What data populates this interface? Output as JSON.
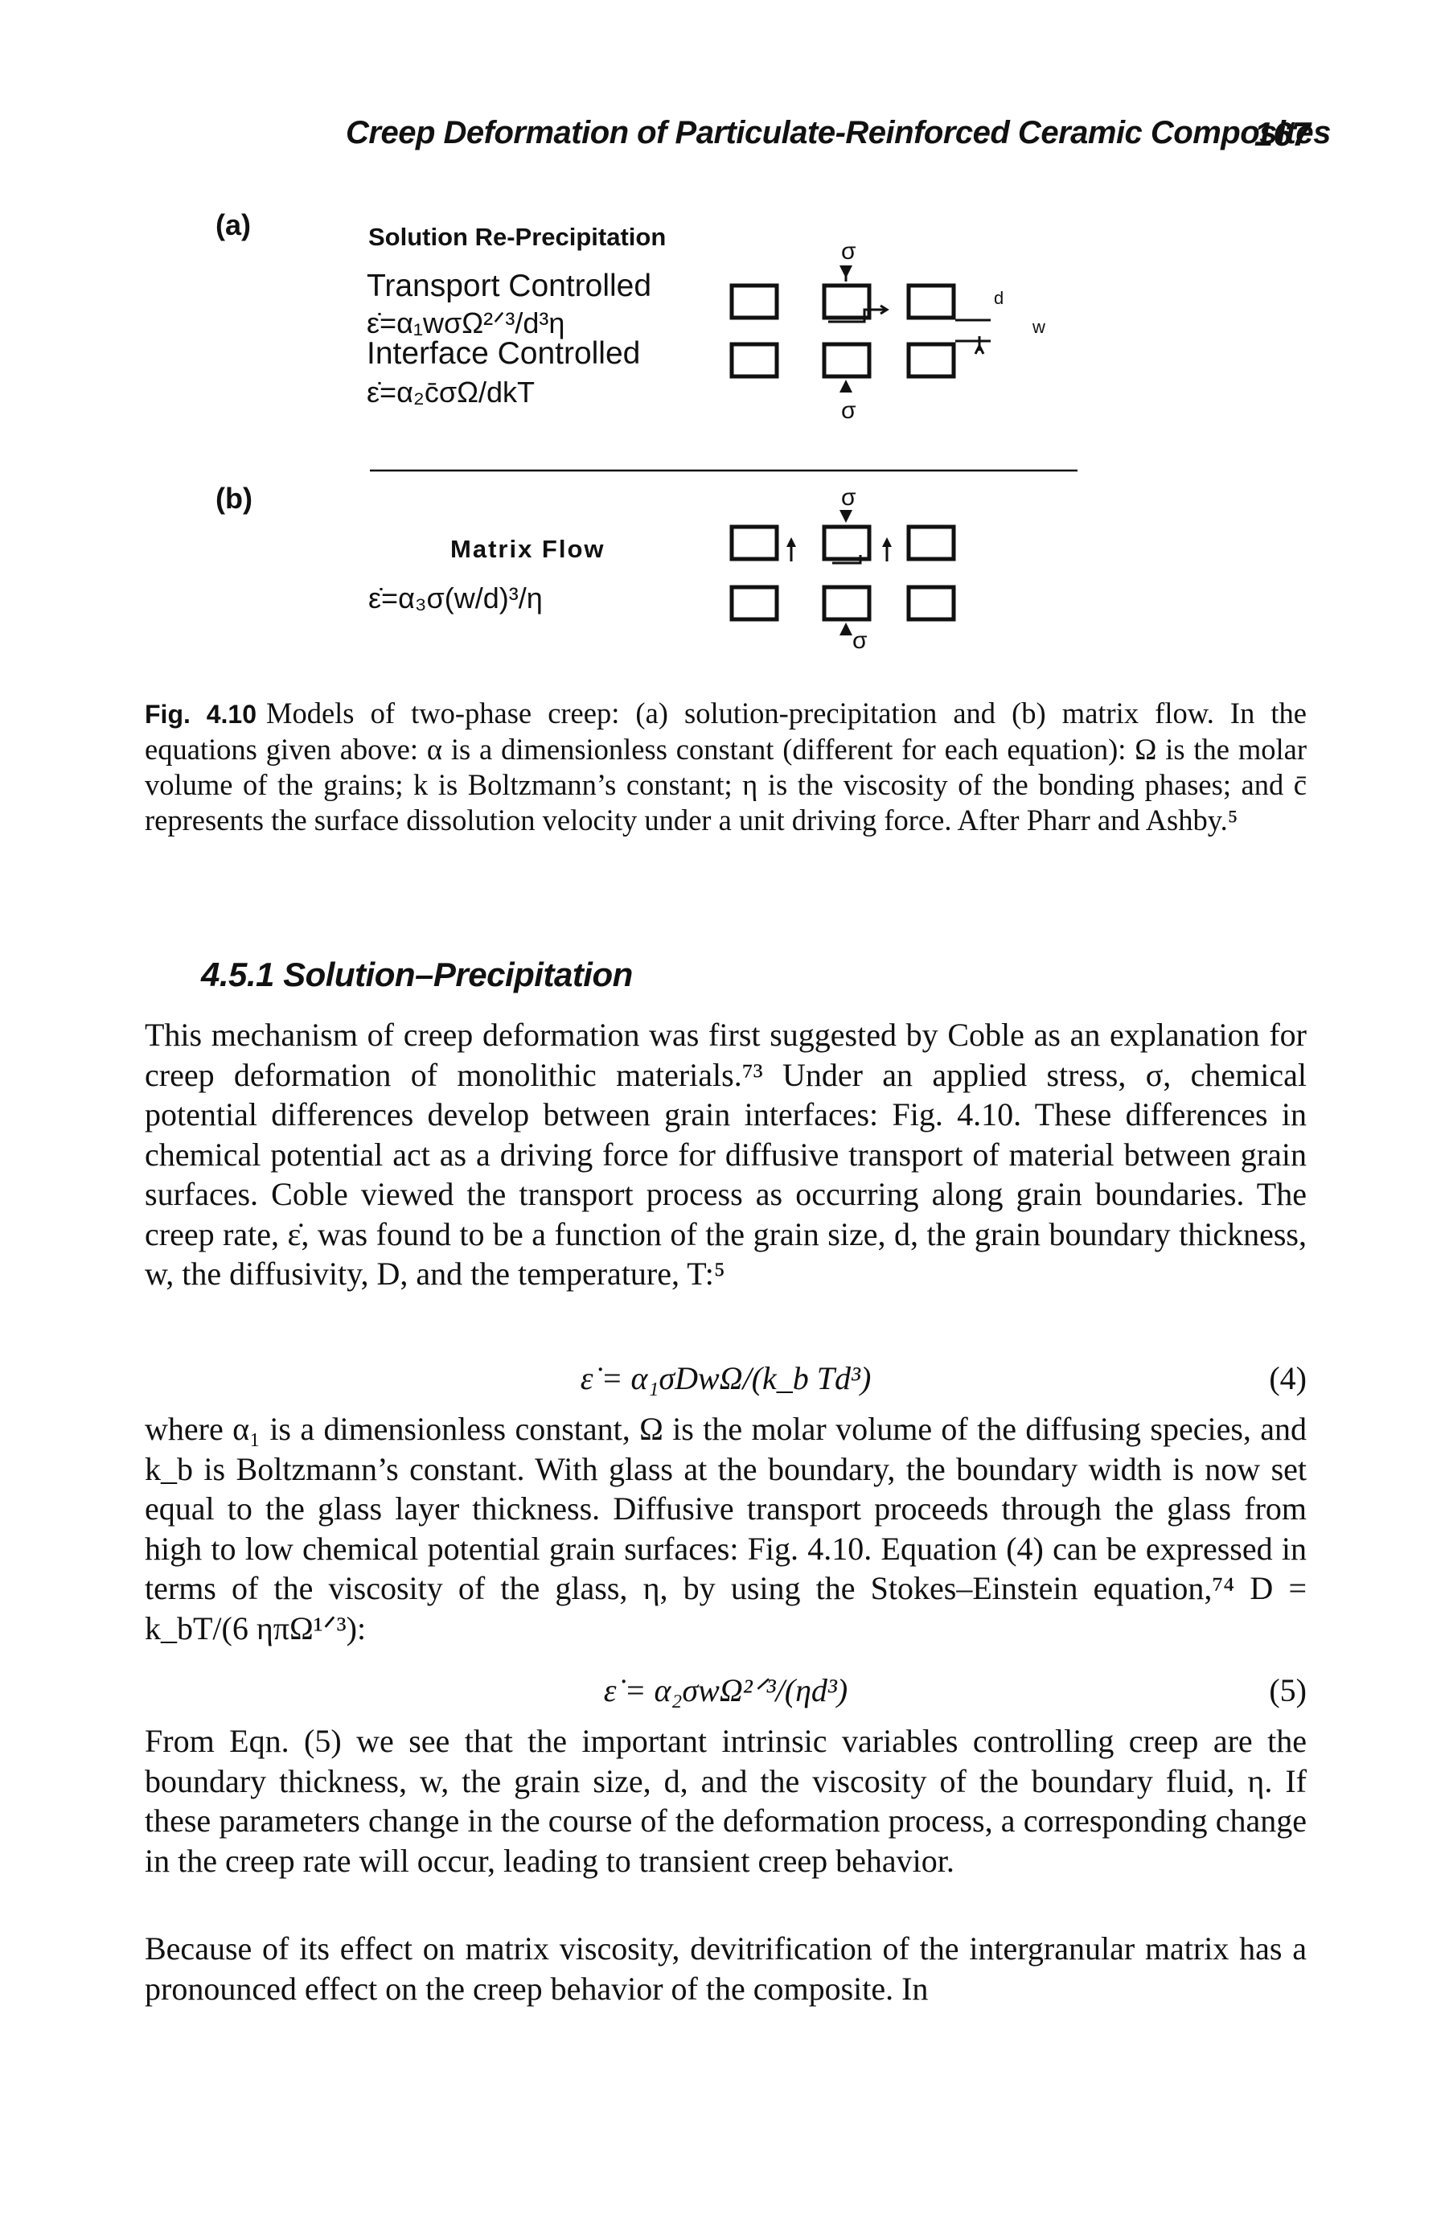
{
  "header": {
    "title": "Creep Deformation of Particulate-Reinforced Ceramic Composites",
    "page_number": "167"
  },
  "figure": {
    "panel_a_label": "(a)",
    "panel_b_label": "(b)",
    "a_heading": "Solution Re-Precipitation",
    "a_line1": "Transport Controlled",
    "a_line2": "ε̇=α₁wσΩ²ᐟ³/d³η",
    "a_line3": "Interface Controlled",
    "a_line4": "ε̇=α₂c̄σΩ/dkT",
    "b_heading": "Matrix Flow",
    "b_eq": "ε̇=α₃σ(w/d)³/η",
    "sigma": "σ",
    "d_label": "d",
    "w_label": "w"
  },
  "caption": {
    "lead": "Fig. 4.10",
    "text": "Models of two-phase creep: (a) solution-precipitation and (b) matrix flow. In the equations given above: α is a dimensionless constant (different for each equation): Ω is the molar volume of the grains; k is Boltzmann’s constant; η is the viscosity of the bonding phases; and c̄ represents the surface dissolution velocity under a unit driving force. After Pharr and Ashby.⁵"
  },
  "section": {
    "heading": "4.5.1 Solution–Precipitation"
  },
  "body": {
    "p1": "This mechanism of creep deformation was first suggested by Coble as an explanation for creep deformation of monolithic materials.⁷³ Under an applied stress, σ, chemical potential differences develop between grain interfaces: Fig. 4.10. These differences in chemical potential act as a driving force for diffusive transport of material between grain surfaces. Coble viewed the transport process as occurring along grain boundaries. The creep rate, ε̇, was found to be a function of the grain size, d, the grain boundary thickness, w, the diffusivity, D, and the temperature, T:⁵",
    "eq4": "ε̇ = α₁σDwΩ/(k_b Td³)",
    "eq4_num": "(4)",
    "p2": "where α₁ is a dimensionless constant, Ω is the molar volume of the diffusing species, and k_b is Boltzmann’s constant. With glass at the boundary, the boundary width is now set equal to the glass layer thickness. Diffusive transport proceeds through the glass from high to low chemical potential grain surfaces: Fig. 4.10. Equation (4) can be expressed in terms of the viscosity of the glass, η, by using the Stokes–Einstein equation,⁷⁴ D = k_bT/(6 ηπΩ¹ᐟ³):",
    "eq5": "ε̇ = α₂σwΩ²ᐟ³/(ηd³)",
    "eq5_num": "(5)",
    "p3": "From Eqn. (5) we see that the important intrinsic variables controlling creep are the boundary thickness, w, the grain size, d, and the viscosity of the boundary fluid, η. If these parameters change in the course of the deformation process, a corresponding change in the creep rate will occur, leading to transient creep behavior.",
    "p4": "Because of its effect on matrix viscosity, devitrification of the intergranular matrix has a pronounced effect on the creep behavior of the composite. In"
  }
}
